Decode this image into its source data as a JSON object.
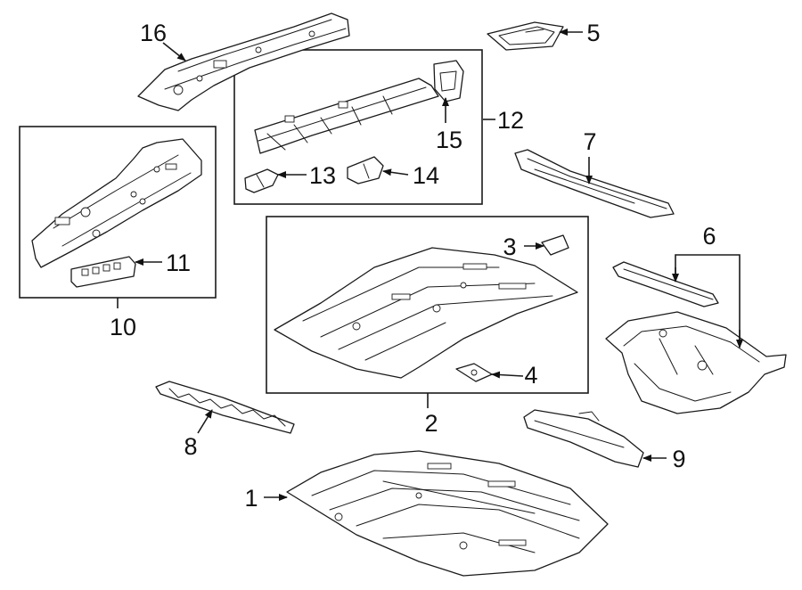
{
  "diagram": {
    "callouts": {
      "c1": "1",
      "c2": "2",
      "c3": "3",
      "c4": "4",
      "c5": "5",
      "c6": "6",
      "c7": "7",
      "c8": "8",
      "c9": "9",
      "c10": "10",
      "c11": "11",
      "c12": "12",
      "c13": "13",
      "c14": "14",
      "c15": "15",
      "c16": "16"
    },
    "line_color": "#1a1a1a",
    "background": "#ffffff"
  }
}
